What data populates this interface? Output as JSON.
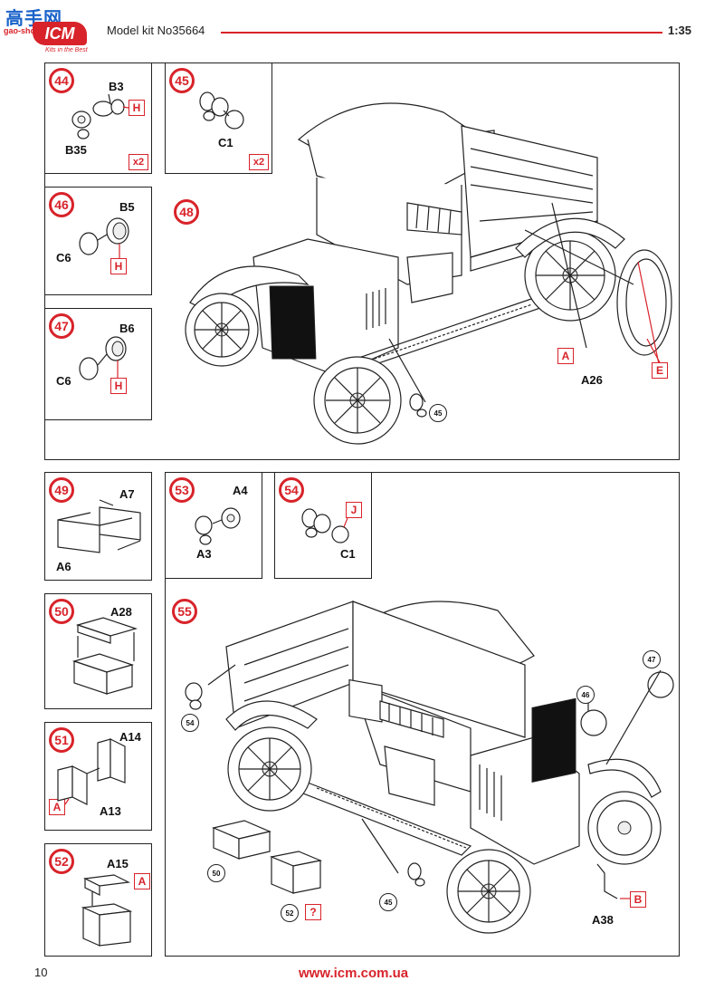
{
  "header": {
    "logo_text": "ICM",
    "logo_tagline": "Kits in the Best",
    "watermark_top": "高手网",
    "watermark_site": "gao-shou.com",
    "model_kit": "Model kit No35664",
    "scale": "1:35"
  },
  "footer": {
    "page_number": "10",
    "website": "www.icm.com.ua"
  },
  "steps": {
    "s44": {
      "num": "44",
      "parts": [
        "B3",
        "B35"
      ],
      "tag": "H",
      "mult": "x2"
    },
    "s45": {
      "num": "45",
      "parts": [
        "C1"
      ],
      "mult": "x2"
    },
    "s46": {
      "num": "46",
      "parts": [
        "B5",
        "C6"
      ],
      "tag": "H"
    },
    "s47": {
      "num": "47",
      "parts": [
        "B6",
        "C6"
      ],
      "tag": "H"
    },
    "s48": {
      "num": "48",
      "parts": [
        "A26"
      ],
      "tags": [
        "A",
        "E"
      ],
      "refs": [
        "45"
      ]
    },
    "s49": {
      "num": "49",
      "parts": [
        "A7",
        "A6"
      ]
    },
    "s50": {
      "num": "50",
      "parts": [
        "A28"
      ]
    },
    "s51": {
      "num": "51",
      "parts": [
        "A14",
        "A13"
      ],
      "tag": "A"
    },
    "s52": {
      "num": "52",
      "parts": [
        "A15"
      ],
      "tag": "A"
    },
    "s53": {
      "num": "53",
      "parts": [
        "A4",
        "A3"
      ]
    },
    "s54": {
      "num": "54",
      "parts": [
        "C1"
      ],
      "tag": "J"
    },
    "s55": {
      "num": "55",
      "parts": [
        "A38"
      ],
      "tags": [
        "B",
        "?"
      ],
      "refs": [
        "47",
        "46",
        "54",
        "50",
        "45",
        "52"
      ]
    }
  },
  "colors": {
    "accent": "#d8232a",
    "line": "#222222"
  }
}
